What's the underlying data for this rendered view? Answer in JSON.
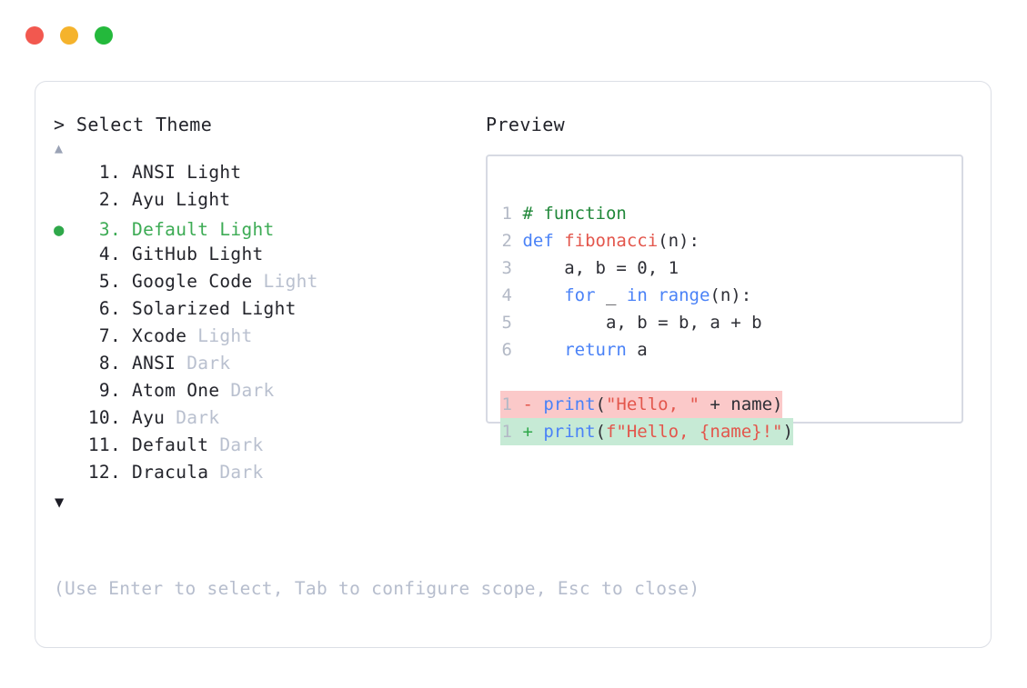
{
  "window": {
    "traffic_lights": [
      {
        "name": "close",
        "color": "#f2584f"
      },
      {
        "name": "minimize",
        "color": "#f5b32c"
      },
      {
        "name": "maximize",
        "color": "#24b93c"
      }
    ]
  },
  "left": {
    "prompt": "> Select Theme",
    "scroll_up_icon": "▲",
    "scroll_down_icon": "▼",
    "selected_marker": "●",
    "selected_index": 3,
    "themes": [
      {
        "num": "1.",
        "name": "ANSI",
        "variant": "Light",
        "variant_muted": false,
        "selected": false
      },
      {
        "num": "2.",
        "name": "Ayu",
        "variant": "Light",
        "variant_muted": false,
        "selected": false
      },
      {
        "num": "3.",
        "name": "Default",
        "variant": "Light",
        "variant_muted": false,
        "selected": true
      },
      {
        "num": "4.",
        "name": "GitHub",
        "variant": "Light",
        "variant_muted": false,
        "selected": false
      },
      {
        "num": "5.",
        "name": "Google Code",
        "variant": "Light",
        "variant_muted": true,
        "selected": false
      },
      {
        "num": "6.",
        "name": "Solarized",
        "variant": "Light",
        "variant_muted": false,
        "selected": false
      },
      {
        "num": "7.",
        "name": "Xcode",
        "variant": "Light",
        "variant_muted": true,
        "selected": false
      },
      {
        "num": "8.",
        "name": "ANSI",
        "variant": "Dark",
        "variant_muted": true,
        "selected": false
      },
      {
        "num": "9.",
        "name": "Atom One",
        "variant": "Dark",
        "variant_muted": true,
        "selected": false
      },
      {
        "num": "10.",
        "name": "Ayu",
        "variant": "Dark",
        "variant_muted": true,
        "selected": false
      },
      {
        "num": "11.",
        "name": "Default",
        "variant": "Dark",
        "variant_muted": true,
        "selected": false
      },
      {
        "num": "12.",
        "name": "Dracula",
        "variant": "Dark",
        "variant_muted": true,
        "selected": false
      }
    ],
    "hint": "(Use Enter to select, Tab to configure scope, Esc to close)"
  },
  "right": {
    "preview_label": "Preview",
    "code_lines": [
      {
        "ln": "1",
        "tokens": [
          {
            "t": "# function",
            "c": "comment"
          }
        ]
      },
      {
        "ln": "2",
        "tokens": [
          {
            "t": "def ",
            "c": "kw"
          },
          {
            "t": "fibonacci",
            "c": "fn"
          },
          {
            "t": "(n):",
            "c": "plain"
          }
        ]
      },
      {
        "ln": "3",
        "tokens": [
          {
            "t": "    a, b = 0, 1",
            "c": "plain"
          }
        ]
      },
      {
        "ln": "4",
        "tokens": [
          {
            "t": "    ",
            "c": "plain"
          },
          {
            "t": "for",
            "c": "kw"
          },
          {
            "t": " _ ",
            "c": "plain"
          },
          {
            "t": "in range",
            "c": "kw"
          },
          {
            "t": "(n):",
            "c": "plain"
          }
        ]
      },
      {
        "ln": "5",
        "tokens": [
          {
            "t": "        a, b = b, a + b",
            "c": "plain"
          }
        ]
      },
      {
        "ln": "6",
        "tokens": [
          {
            "t": "    ",
            "c": "plain"
          },
          {
            "t": "return",
            "c": "kw"
          },
          {
            "t": " a",
            "c": "plain"
          }
        ]
      }
    ],
    "diff_lines": [
      {
        "ln": "1",
        "kind": "del",
        "mark": "-",
        "tokens": [
          {
            "t": "print",
            "c": "kw"
          },
          {
            "t": "(",
            "c": "plain"
          },
          {
            "t": "\"Hello, \"",
            "c": "str"
          },
          {
            "t": " + name)",
            "c": "plain"
          }
        ]
      },
      {
        "ln": "1",
        "kind": "add",
        "mark": "+",
        "tokens": [
          {
            "t": "print",
            "c": "kw"
          },
          {
            "t": "(",
            "c": "plain"
          },
          {
            "t": "f\"Hello, {name}!\"",
            "c": "str"
          },
          {
            "t": ")",
            "c": "plain"
          }
        ]
      }
    ]
  }
}
